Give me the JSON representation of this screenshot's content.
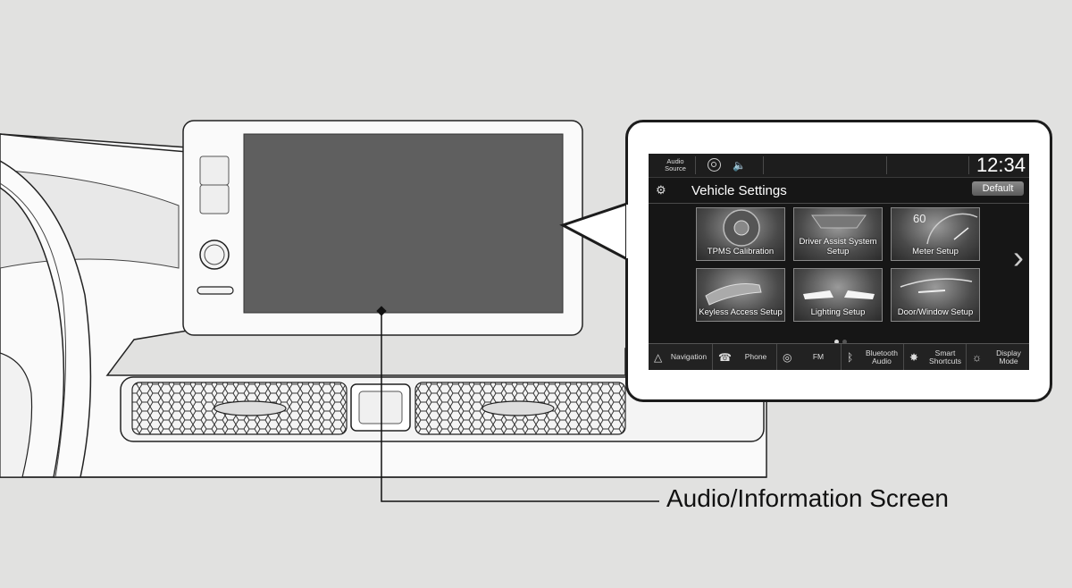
{
  "caption": "Audio/Information Screen",
  "screen": {
    "top_bar": {
      "audio_source_label": "Audio\nSource",
      "clock": "12:34"
    },
    "title": "Vehicle Settings",
    "default_button": "Default",
    "tiles": [
      {
        "label": "TPMS Calibration"
      },
      {
        "label": "Driver Assist System\nSetup"
      },
      {
        "label": "Meter Setup"
      },
      {
        "label": "Keyless Access Setup"
      },
      {
        "label": "Lighting Setup"
      },
      {
        "label": "Door/Window Setup"
      }
    ],
    "gauge_number": "60",
    "page_indicator": {
      "pages": 2,
      "current": 1
    },
    "bottom_nav": [
      {
        "label": "Navigation",
        "icon": "navigation-icon"
      },
      {
        "label": "Phone",
        "icon": "phone-icon"
      },
      {
        "label": "FM",
        "icon": "radio-icon"
      },
      {
        "label": "Bluetooth\nAudio",
        "icon": "bluetooth-icon"
      },
      {
        "label": "Smart\nShortcuts",
        "icon": "smart-shortcuts-icon"
      },
      {
        "label": "Display\nMode",
        "icon": "display-mode-icon"
      }
    ]
  },
  "colors": {
    "background": "#e1e1e0",
    "screen_off": "#5f5f5f",
    "screen_bg": "#161616"
  }
}
